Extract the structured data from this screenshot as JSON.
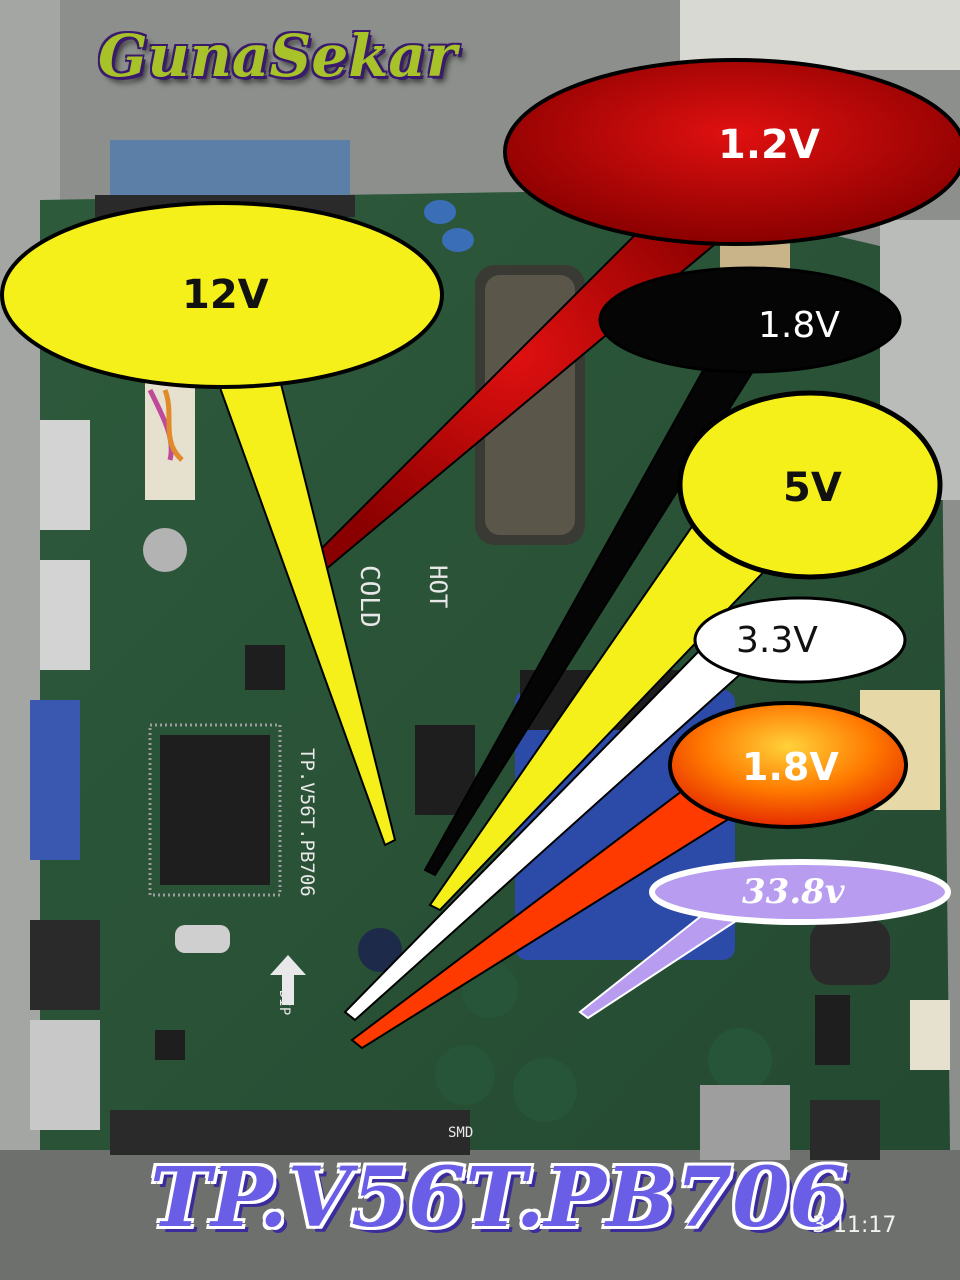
{
  "watermark": "GunaSekar",
  "model_title": "TP.V56T.PB706",
  "timestamp": "3 11:17",
  "board_silkscreen": {
    "cold": "COLD",
    "hot": "HOT",
    "model": "TP.V56T.PB706",
    "smd": "SMD",
    "dip": "DIP"
  },
  "callouts": [
    {
      "id": "callout-1-2v",
      "label": "1.2V",
      "fill": "#c40a0a",
      "text_color": "#ffffff"
    },
    {
      "id": "callout-12v",
      "label": "12V",
      "fill": "#f6f01a",
      "text_color": "#111111"
    },
    {
      "id": "callout-1-8v-black",
      "label": "1.8V",
      "fill": "#050505",
      "text_color": "#ffffff"
    },
    {
      "id": "callout-5v",
      "label": "5V",
      "fill": "#f6f01a",
      "text_color": "#111111"
    },
    {
      "id": "callout-3-3v",
      "label": "3.3V",
      "fill": "#ffffff",
      "text_color": "#111111"
    },
    {
      "id": "callout-1-8v-orange",
      "label": "1.8V",
      "fill": "#ff6a00",
      "text_color": "#ffffff"
    },
    {
      "id": "callout-33-8v",
      "label": "33.8v",
      "fill": "#b89cf0",
      "text_color": "#ffffff"
    }
  ]
}
